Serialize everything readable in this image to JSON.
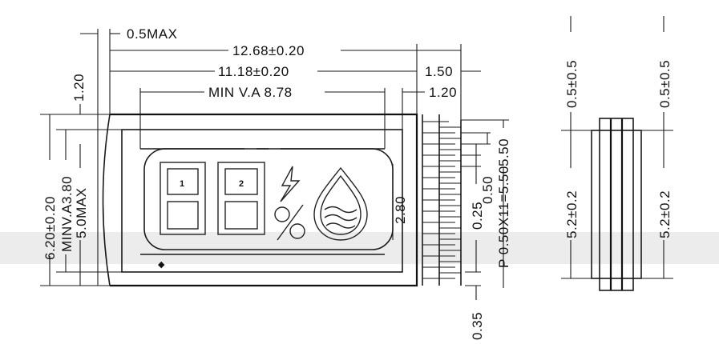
{
  "dimensions": {
    "top_max": "0.5MAX",
    "overall_width": "12.68±0.20",
    "body_width": "11.18±0.20",
    "pin_width": "1.50",
    "view_area_width": "MIN V.A 8.78",
    "view_offset_right": "1.20",
    "view_offset_left": "1.20",
    "overall_height": "6.20±0.20",
    "view_area_height": "MINV.A3.80",
    "max_height": "5.0MAX",
    "inner_height": "2.80",
    "pin_span": "5.50",
    "pin_height": "0.50",
    "pin_gap": "0.25",
    "pitch": "P  0.50X11=5.50",
    "bottom_offset": "0.35",
    "side_top_1": "0.5±0.5",
    "side_top_2": "0.5±0.5",
    "side_height_1": "5.2±0.2",
    "side_height_2": "5.2±0.2"
  },
  "display": {
    "digit_1_label": "1",
    "digit_2_label": "2",
    "corner_mark": "◆"
  }
}
